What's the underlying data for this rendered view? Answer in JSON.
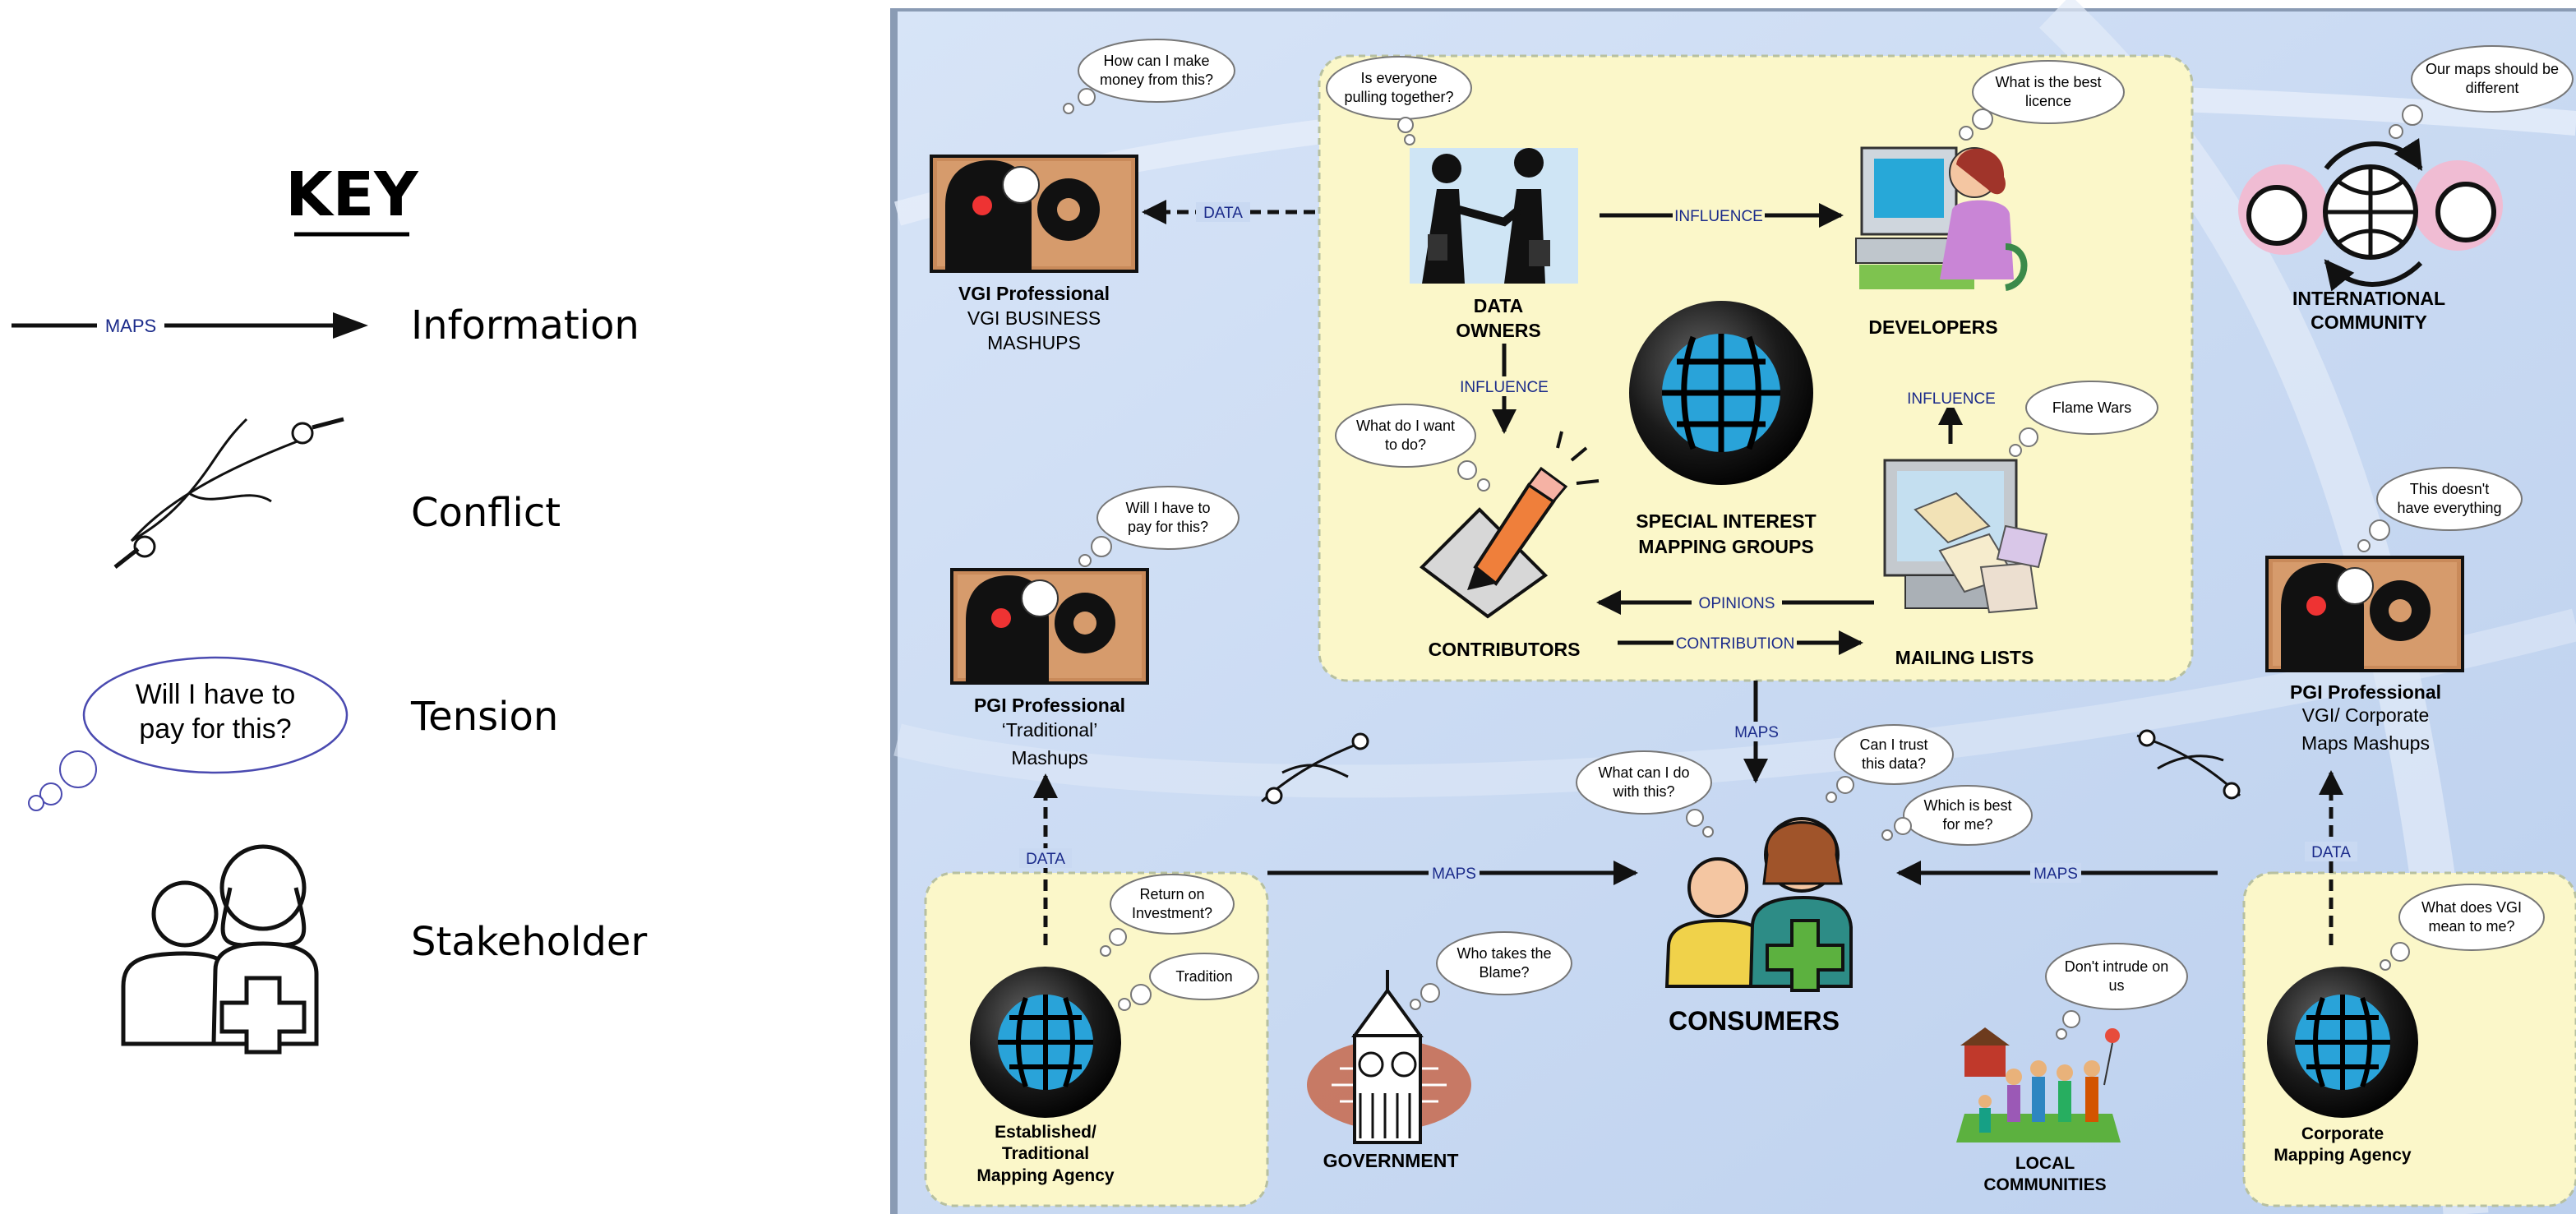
{
  "key": {
    "title": "KEY",
    "information": {
      "arrow_label": "MAPS",
      "label": "Information"
    },
    "conflict": {
      "label": "Conflict"
    },
    "tension": {
      "bubble_line1": "Will I have to",
      "bubble_line2": "pay for this?",
      "label": "Tension"
    },
    "stakeholder": {
      "label": "Stakeholder"
    }
  },
  "nodes": {
    "vgi_business": {
      "line1": "VGI Professional",
      "line2": "VGI BUSINESS",
      "line3": "MASHUPS"
    },
    "pgi_traditional": {
      "line1": "PGI Professional",
      "line2": "‘Traditional’",
      "line3": "Mashups"
    },
    "pgi_corporate": {
      "line1": "PGI Professional",
      "line2": "VGI/ Corporate",
      "line3": "Maps Mashups"
    },
    "international": {
      "line1": "INTERNATIONAL",
      "line2": "COMMUNITY"
    },
    "data_owners": {
      "line1": "DATA",
      "line2": "OWNERS"
    },
    "developers": {
      "line1": "DEVELOPERS"
    },
    "special_interest": {
      "line1": "SPECIAL INTEREST",
      "line2": "MAPPING GROUPS"
    },
    "contributors": {
      "line1": "CONTRIBUTORS"
    },
    "mailing_lists": {
      "line1": "MAILING LISTS"
    },
    "consumers": {
      "line1": "CONSUMERS"
    },
    "government": {
      "line1": "GOVERNMENT"
    },
    "local_communities": {
      "line1": "LOCAL",
      "line2": "COMMUNITIES"
    },
    "established_agency": {
      "line1": "Established/",
      "line2": "Traditional",
      "line3": "Mapping Agency"
    },
    "corporate_agency": {
      "line1": "Corporate",
      "line2": "Mapping Agency"
    }
  },
  "arrows": {
    "data_vgi": "DATA",
    "influence_dev": "INFLUENCE",
    "influence_contrib": "INFLUENCE",
    "influence_mail": "INFLUENCE",
    "opinions": "OPINIONS",
    "contribution": "CONTRIBUTION",
    "maps_down": "MAPS",
    "maps_gov": "MAPS",
    "maps_corp": "MAPS",
    "data_established": "DATA",
    "data_corporate": "DATA"
  },
  "bubbles": {
    "money": [
      "How can I make",
      "money from this?"
    ],
    "pulling": [
      "Is everyone",
      "pulling together?"
    ],
    "licence": [
      "What is the best",
      "licence"
    ],
    "different": [
      "Our maps should be",
      "different"
    ],
    "want": [
      "What do I want",
      "to do?"
    ],
    "flame": [
      "Flame Wars"
    ],
    "pay": [
      "Will I have to",
      "pay for this?"
    ],
    "everything": [
      "This doesn't",
      "have everything"
    ],
    "cando": [
      "What can I do",
      "with this?"
    ],
    "trust": [
      "Can I trust",
      "this data?"
    ],
    "best": [
      "Which is best",
      "for me?"
    ],
    "investment": [
      "Return on",
      "Investment?"
    ],
    "tradition": [
      "Tradition"
    ],
    "blame": [
      "Who takes the",
      "Blame?"
    ],
    "intrude": [
      "Don't intrude on",
      "us"
    ],
    "vgi_mean": [
      "What does VGI",
      "mean to me?"
    ]
  },
  "colors": {
    "panel_bg": "#c9d9f2",
    "zone_fill": "#fbf7c9",
    "arrow": "#111111",
    "arrow_label": "#1a2a8a",
    "globe_blue": "#29a3d9",
    "consumer_green": "#5cb13f",
    "consumer_teal": "#2d8c86",
    "consumer_yellow": "#f0d24a"
  }
}
